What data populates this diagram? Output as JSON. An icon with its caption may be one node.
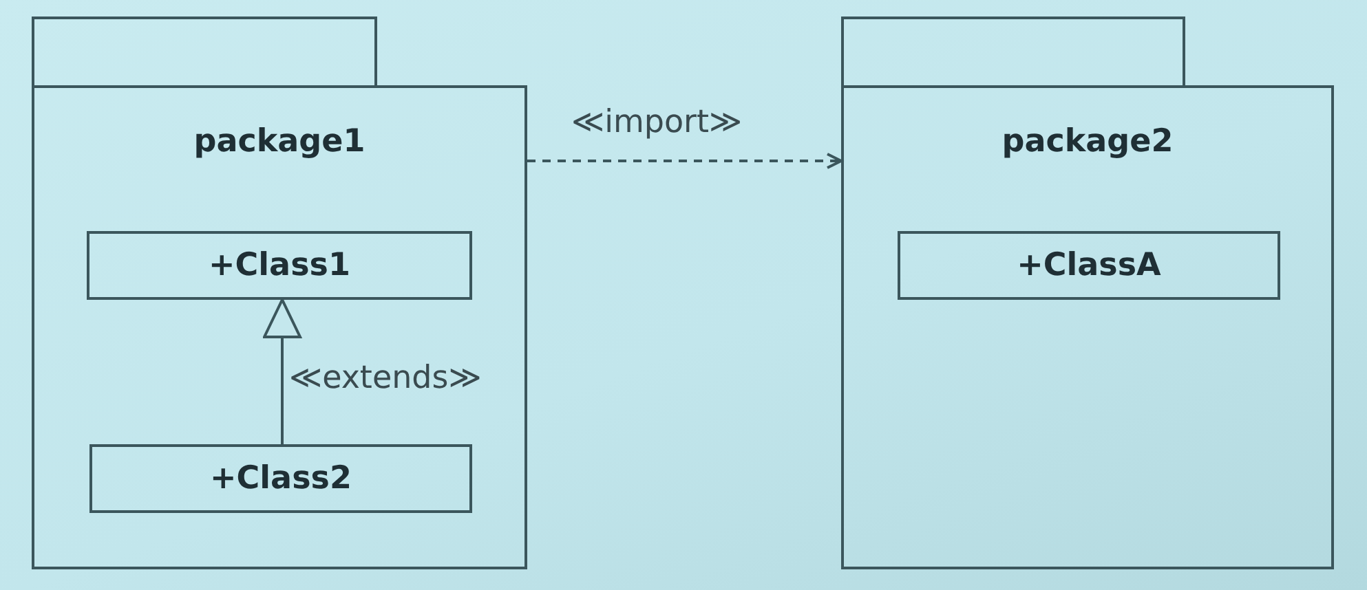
{
  "diagram": {
    "nodes": [
      {
        "text": [
          "package1"
        ]
      },
      {
        "text": [
          "+Class1"
        ],
        "in": 0
      },
      {
        "text": [
          "+Class2"
        ],
        "in": 0
      },
      {
        "text": [
          "package2"
        ]
      },
      {
        "text": [
          "+ClassA"
        ],
        "in": 3
      }
    ],
    "edges": [
      {
        "from": 0,
        "to": 3,
        "arrow": "to",
        "label": "≪import≫",
        "style": "dashed"
      },
      {
        "from": 2,
        "to": 1,
        "arrow": "to",
        "label": "≪extends≫"
      }
    ]
  }
}
